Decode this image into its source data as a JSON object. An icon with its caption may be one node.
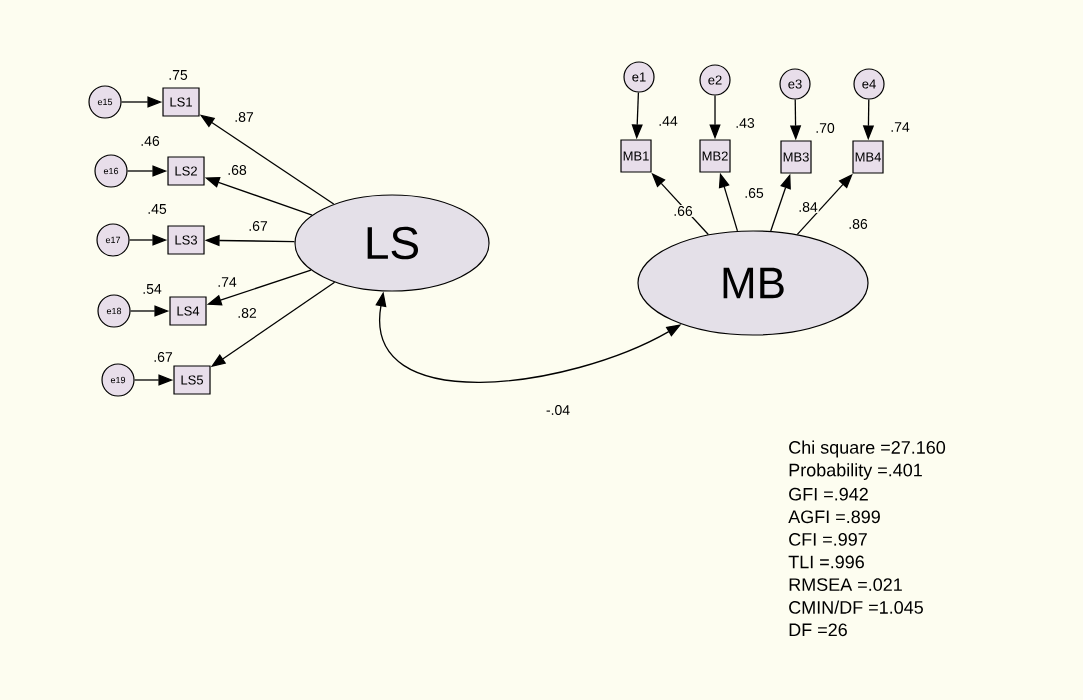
{
  "diagram": {
    "nodes": [
      {
        "text": [
          "LS"
        ]
      },
      {
        "text": [
          "MB"
        ]
      },
      {
        "text": [
          "LS1"
        ],
        "beside": [
          ".75"
        ]
      },
      {
        "text": [
          "LS2"
        ],
        "beside": [
          ".46"
        ]
      },
      {
        "text": [
          "LS3"
        ],
        "beside": [
          ".45"
        ]
      },
      {
        "text": [
          "LS4"
        ],
        "beside": [
          ".54"
        ]
      },
      {
        "text": [
          "LS5"
        ],
        "beside": [
          ".67"
        ]
      },
      {
        "text": [
          "e15"
        ]
      },
      {
        "text": [
          "e16"
        ]
      },
      {
        "text": [
          "e17"
        ]
      },
      {
        "text": [
          "e18"
        ]
      },
      {
        "text": [
          "e19"
        ]
      },
      {
        "text": [
          "MB1"
        ],
        "beside": [
          ".44"
        ]
      },
      {
        "text": [
          "MB2"
        ],
        "beside": [
          ".43"
        ]
      },
      {
        "text": [
          "MB3"
        ],
        "beside": [
          ".70"
        ]
      },
      {
        "text": [
          "MB4"
        ],
        "beside": [
          ".74"
        ]
      },
      {
        "text": [
          "e1"
        ]
      },
      {
        "text": [
          "e2"
        ]
      },
      {
        "text": [
          "e3"
        ]
      },
      {
        "text": [
          "e4"
        ]
      }
    ],
    "edges": [
      {
        "from": 0,
        "to": 2,
        "arrow": "to",
        "label": ".87"
      },
      {
        "from": 0,
        "to": 3,
        "arrow": "to",
        "label": ".68"
      },
      {
        "from": 0,
        "to": 4,
        "arrow": "to",
        "label": ".67"
      },
      {
        "from": 0,
        "to": 5,
        "arrow": "to",
        "label": ".74"
      },
      {
        "from": 0,
        "to": 6,
        "arrow": "to",
        "label": ".82"
      },
      {
        "from": 7,
        "to": 2,
        "arrow": "to"
      },
      {
        "from": 8,
        "to": 3,
        "arrow": "to"
      },
      {
        "from": 9,
        "to": 4,
        "arrow": "to"
      },
      {
        "from": 10,
        "to": 5,
        "arrow": "to"
      },
      {
        "from": 11,
        "to": 6,
        "arrow": "to"
      },
      {
        "from": 1,
        "to": 12,
        "arrow": "to",
        "label": ".66"
      },
      {
        "from": 1,
        "to": 13,
        "arrow": "to",
        "label": ".65"
      },
      {
        "from": 1,
        "to": 14,
        "arrow": "to",
        "label": ".84"
      },
      {
        "from": 1,
        "to": 15,
        "arrow": "to",
        "label": ".86"
      },
      {
        "from": 16,
        "to": 12,
        "arrow": "to"
      },
      {
        "from": 17,
        "to": 13,
        "arrow": "to"
      },
      {
        "from": 18,
        "to": 14,
        "arrow": "to"
      },
      {
        "from": 19,
        "to": 15,
        "arrow": "to"
      },
      {
        "from": 0,
        "to": 1,
        "arrow": "both",
        "label": "-.04"
      }
    ],
    "labels": [
      "Chi square =27.160",
      "Probability =.401",
      "GFI =.942",
      "AGFI =.899",
      "CFI =.997",
      "TLI =.996",
      "RMSEA =.021",
      "CMIN/DF =1.045",
      "DF =26"
    ]
  }
}
